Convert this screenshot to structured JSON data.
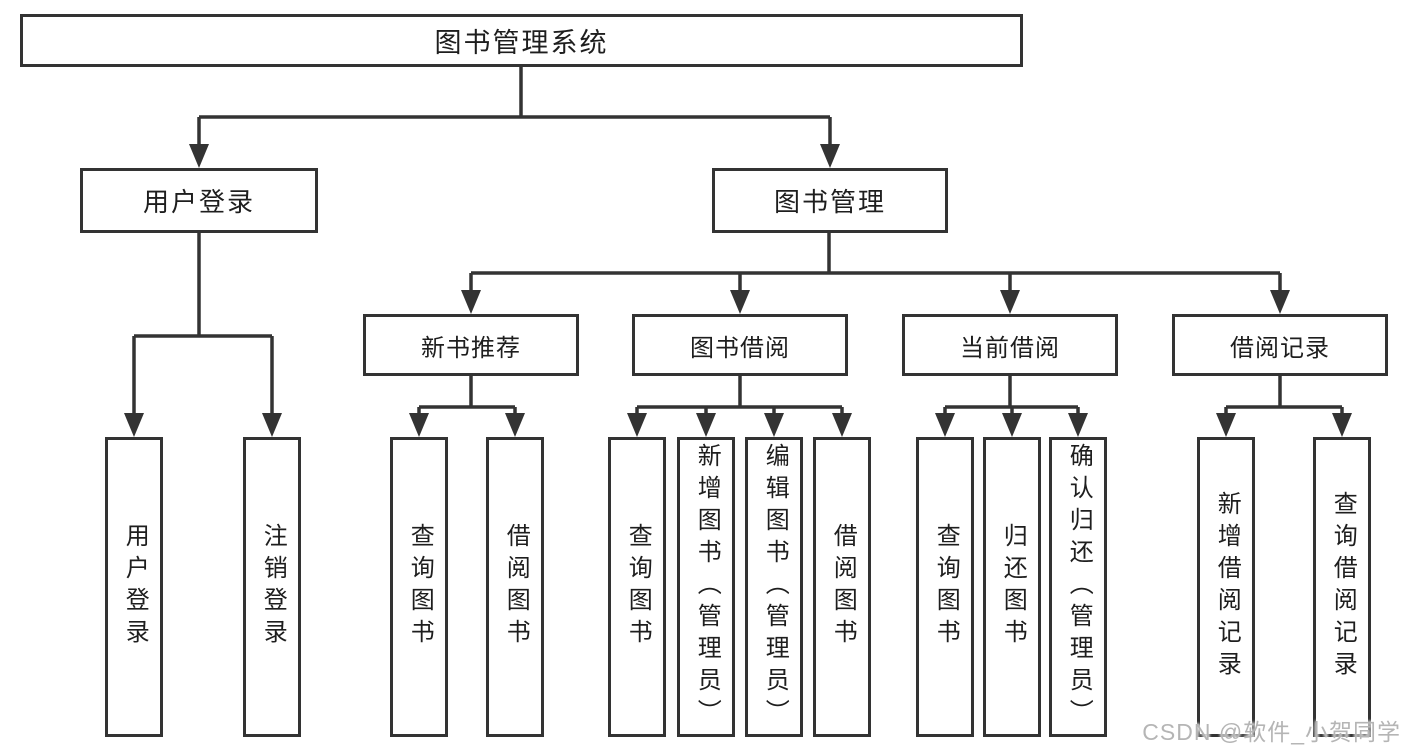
{
  "diagram": {
    "root": {
      "label": "图书管理系统"
    },
    "branches": [
      {
        "label": "用户登录",
        "children": [
          {
            "label": "用户登录"
          },
          {
            "label": "注销登录"
          }
        ]
      },
      {
        "label": "图书管理",
        "children": [
          {
            "label": "新书推荐",
            "children": [
              {
                "label": "查询图书"
              },
              {
                "label": "借阅图书"
              }
            ]
          },
          {
            "label": "图书借阅",
            "children": [
              {
                "label": "查询图书"
              },
              {
                "label": "新增图书（管理员）"
              },
              {
                "label": "编辑图书（管理员）"
              },
              {
                "label": "借阅图书"
              }
            ]
          },
          {
            "label": "当前借阅",
            "children": [
              {
                "label": "查询图书"
              },
              {
                "label": "归还图书"
              },
              {
                "label": "确认归还（管理员）"
              }
            ]
          },
          {
            "label": "借阅记录",
            "children": [
              {
                "label": "新增借阅记录"
              },
              {
                "label": "查询借阅记录"
              }
            ]
          }
        ]
      }
    ]
  },
  "watermark": {
    "text": "CSDN @软件_小贺同学"
  },
  "colors": {
    "line": "#333333",
    "text": "#1e1e1e",
    "background": "#ffffff",
    "watermark": "#b5b5b5"
  }
}
